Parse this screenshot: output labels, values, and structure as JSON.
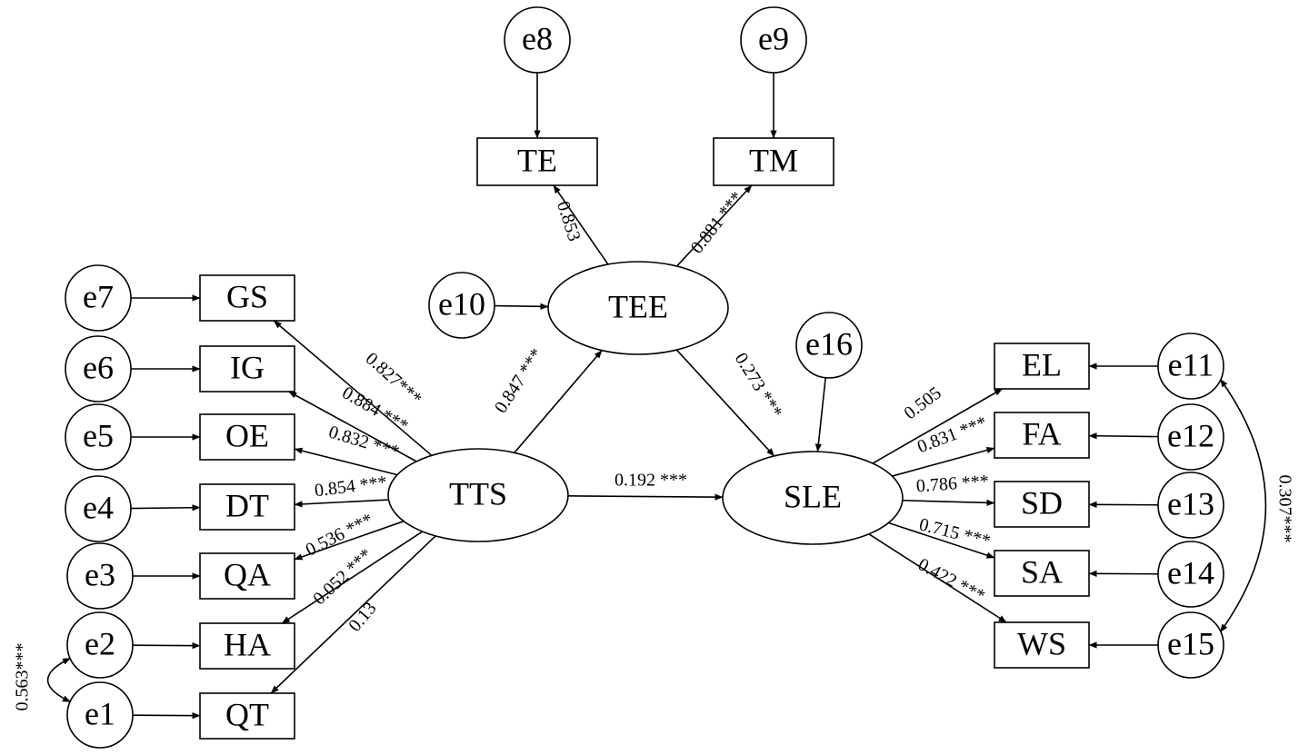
{
  "nodes": [
    {
      "id": "e8",
      "shape": "circle",
      "label": "e8"
    },
    {
      "id": "e9",
      "shape": "circle",
      "label": "e9"
    },
    {
      "id": "TE",
      "shape": "rect",
      "label": "TE"
    },
    {
      "id": "TM",
      "shape": "rect",
      "label": "TM"
    },
    {
      "id": "e10",
      "shape": "circle",
      "label": "e10"
    },
    {
      "id": "TEE",
      "shape": "ellipse",
      "label": "TEE"
    },
    {
      "id": "e16",
      "shape": "circle",
      "label": "e16"
    },
    {
      "id": "TTS",
      "shape": "ellipse",
      "label": "TTS"
    },
    {
      "id": "SLE",
      "shape": "ellipse",
      "label": "SLE"
    },
    {
      "id": "e7",
      "shape": "circle",
      "label": "e7"
    },
    {
      "id": "e6",
      "shape": "circle",
      "label": "e6"
    },
    {
      "id": "e5",
      "shape": "circle",
      "label": "e5"
    },
    {
      "id": "e4",
      "shape": "circle",
      "label": "e4"
    },
    {
      "id": "e3",
      "shape": "circle",
      "label": "e3"
    },
    {
      "id": "e2",
      "shape": "circle",
      "label": "e2"
    },
    {
      "id": "e1",
      "shape": "circle",
      "label": "e1"
    },
    {
      "id": "GS",
      "shape": "rect",
      "label": "GS"
    },
    {
      "id": "IG",
      "shape": "rect",
      "label": "IG"
    },
    {
      "id": "OE",
      "shape": "rect",
      "label": "OE"
    },
    {
      "id": "DT",
      "shape": "rect",
      "label": "DT"
    },
    {
      "id": "QA",
      "shape": "rect",
      "label": "QA"
    },
    {
      "id": "HA",
      "shape": "rect",
      "label": "HA"
    },
    {
      "id": "QT",
      "shape": "rect",
      "label": "QT"
    },
    {
      "id": "EL",
      "shape": "rect",
      "label": "EL"
    },
    {
      "id": "FA",
      "shape": "rect",
      "label": "FA"
    },
    {
      "id": "SD",
      "shape": "rect",
      "label": "SD"
    },
    {
      "id": "SA",
      "shape": "rect",
      "label": "SA"
    },
    {
      "id": "WS",
      "shape": "rect",
      "label": "WS"
    },
    {
      "id": "e11",
      "shape": "circle",
      "label": "e11"
    },
    {
      "id": "e12",
      "shape": "circle",
      "label": "e12"
    },
    {
      "id": "e13",
      "shape": "circle",
      "label": "e13"
    },
    {
      "id": "e14",
      "shape": "circle",
      "label": "e14"
    },
    {
      "id": "e15",
      "shape": "circle",
      "label": "e15"
    }
  ],
  "edges": [
    {
      "id": "e8-TE",
      "from": "e8",
      "to": "TE"
    },
    {
      "id": "e9-TM",
      "from": "e9",
      "to": "TM"
    },
    {
      "id": "TEE-TE",
      "from": "TEE",
      "to": "TE",
      "label": "0.853"
    },
    {
      "id": "TEE-TM",
      "from": "TEE",
      "to": "TM",
      "label": "0.881 ***"
    },
    {
      "id": "e10-TEE",
      "from": "e10",
      "to": "TEE"
    },
    {
      "id": "TTS-TEE",
      "from": "TTS",
      "to": "TEE",
      "label": "0.847 ***"
    },
    {
      "id": "TEE-SLE",
      "from": "TEE",
      "to": "SLE",
      "label": "0.273 ***"
    },
    {
      "id": "e16-SLE",
      "from": "e16",
      "to": "SLE"
    },
    {
      "id": "TTS-SLE",
      "from": "TTS",
      "to": "SLE",
      "label": "0.192 ***"
    },
    {
      "id": "e7-GS",
      "from": "e7",
      "to": "GS"
    },
    {
      "id": "e6-IG",
      "from": "e6",
      "to": "IG"
    },
    {
      "id": "e5-OE",
      "from": "e5",
      "to": "OE"
    },
    {
      "id": "e4-DT",
      "from": "e4",
      "to": "DT"
    },
    {
      "id": "e3-QA",
      "from": "e3",
      "to": "QA"
    },
    {
      "id": "e2-HA",
      "from": "e2",
      "to": "HA"
    },
    {
      "id": "e1-QT",
      "from": "e1",
      "to": "QT"
    },
    {
      "id": "TTS-GS",
      "from": "TTS",
      "to": "GS",
      "label": "0.827***"
    },
    {
      "id": "TTS-IG",
      "from": "TTS",
      "to": "IG",
      "label": "0.884 ***"
    },
    {
      "id": "TTS-OE",
      "from": "TTS",
      "to": "OE",
      "label": "0.832 ***"
    },
    {
      "id": "TTS-DT",
      "from": "TTS",
      "to": "DT",
      "label": "0.854 ***"
    },
    {
      "id": "TTS-QA",
      "from": "TTS",
      "to": "QA",
      "label": "0.536 ***"
    },
    {
      "id": "TTS-HA",
      "from": "TTS",
      "to": "HA",
      "label": "0.052 ***"
    },
    {
      "id": "TTS-QT",
      "from": "TTS",
      "to": "QT",
      "label": "0.13"
    },
    {
      "id": "SLE-EL",
      "from": "SLE",
      "to": "EL",
      "label": "0.505"
    },
    {
      "id": "SLE-FA",
      "from": "SLE",
      "to": "FA",
      "label": "0.831 ***"
    },
    {
      "id": "SLE-SD",
      "from": "SLE",
      "to": "SD",
      "label": "0.786 ***"
    },
    {
      "id": "SLE-SA",
      "from": "SLE",
      "to": "SA",
      "label": "0.715 ***"
    },
    {
      "id": "SLE-WS",
      "from": "SLE",
      "to": "WS",
      "label": "0.422 ***"
    },
    {
      "id": "e11-EL",
      "from": "e11",
      "to": "EL"
    },
    {
      "id": "e12-FA",
      "from": "e12",
      "to": "FA"
    },
    {
      "id": "e13-SD",
      "from": "e13",
      "to": "SD"
    },
    {
      "id": "e14-SA",
      "from": "e14",
      "to": "SA"
    },
    {
      "id": "e15-WS",
      "from": "e15",
      "to": "WS"
    }
  ],
  "covariances": [
    {
      "id": "e1-e2",
      "a": "e1",
      "b": "e2",
      "label": "0.563***"
    },
    {
      "id": "e11-e15",
      "a": "e11",
      "b": "e15",
      "label": "0.307***"
    }
  ]
}
